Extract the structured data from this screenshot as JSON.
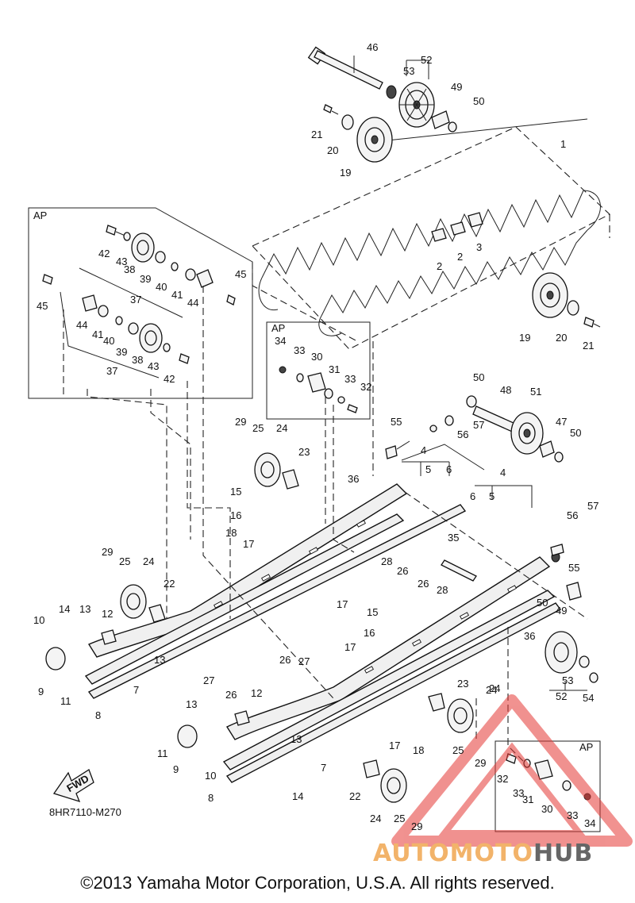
{
  "diagram": {
    "code": "8HR7110-M270",
    "fwd_label": "FWD",
    "ap_label": "AP",
    "callouts": [
      "46",
      "53",
      "52",
      "49",
      "50",
      "21",
      "20",
      "19",
      "1",
      "2",
      "2",
      "3",
      "42",
      "43",
      "38",
      "39",
      "40",
      "41",
      "44",
      "45",
      "45",
      "37",
      "44",
      "41",
      "40",
      "39",
      "38",
      "43",
      "42",
      "37",
      "19",
      "20",
      "21",
      "34",
      "33",
      "30",
      "31",
      "33",
      "32",
      "50",
      "48",
      "51",
      "47",
      "50",
      "57",
      "56",
      "55",
      "29",
      "25",
      "24",
      "23",
      "15",
      "16",
      "18",
      "17",
      "36",
      "4",
      "5",
      "6",
      "4",
      "6",
      "5",
      "57",
      "56",
      "55",
      "35",
      "28",
      "26",
      "29",
      "25",
      "24",
      "22",
      "14",
      "13",
      "12",
      "10",
      "9",
      "11",
      "8",
      "7",
      "13",
      "27",
      "26",
      "17",
      "15",
      "16",
      "26",
      "28",
      "49",
      "50",
      "36",
      "17",
      "24",
      "53",
      "52",
      "54",
      "26",
      "27",
      "12",
      "13",
      "13",
      "11",
      "9",
      "10",
      "8",
      "14",
      "7",
      "23",
      "24",
      "17",
      "18",
      "22",
      "24",
      "25",
      "29",
      "25",
      "29",
      "32",
      "33",
      "31",
      "30",
      "33",
      "34"
    ]
  },
  "footer": {
    "copyright": "©2013 Yamaha Motor Corporation, U.S.A. All rights reserved."
  },
  "watermark": {
    "part1": "AUTOMOTO",
    "part2": "HUB",
    "color1": "#f2b36a",
    "color2": "#666666",
    "triangle_color": "#e53935"
  }
}
